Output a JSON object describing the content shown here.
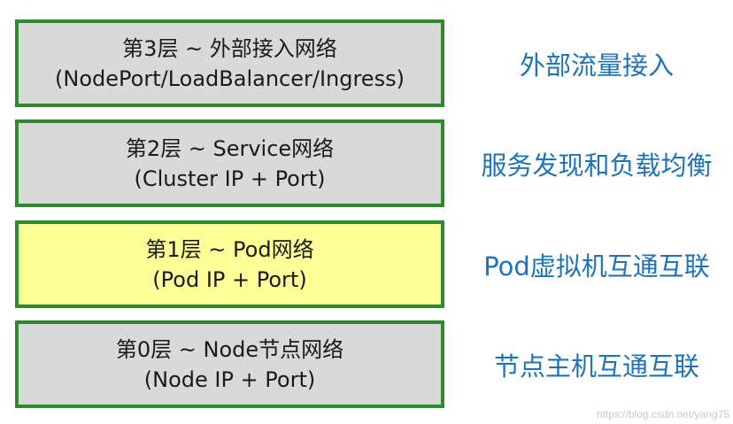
{
  "layers": [
    {
      "line1": "第0层 ~ Node节点网络",
      "line2": "(Node IP + Port)",
      "description": "节点主机互通互联",
      "highlighted": false
    },
    {
      "line1": "第1层 ~ Pod网络",
      "line2": "(Pod IP + Port)",
      "description": "Pod虚拟机互通互联",
      "highlighted": true
    },
    {
      "line1": "第2层 ~ Service网络",
      "line2": "(Cluster IP + Port)",
      "description": "服务发现和负载均衡",
      "highlighted": false
    },
    {
      "line1": "第3层 ~ 外部接入网络",
      "line2": "(NodePort/LoadBalancer/Ingress)",
      "description": "外部流量接入",
      "highlighted": false
    }
  ],
  "colors": {
    "border": "#2f8a2f",
    "box_default": "#d9d9d9",
    "box_highlight": "#ffff99",
    "description_text": "#1f73b8"
  },
  "watermark": "https://blog.csdn.net/yang75"
}
